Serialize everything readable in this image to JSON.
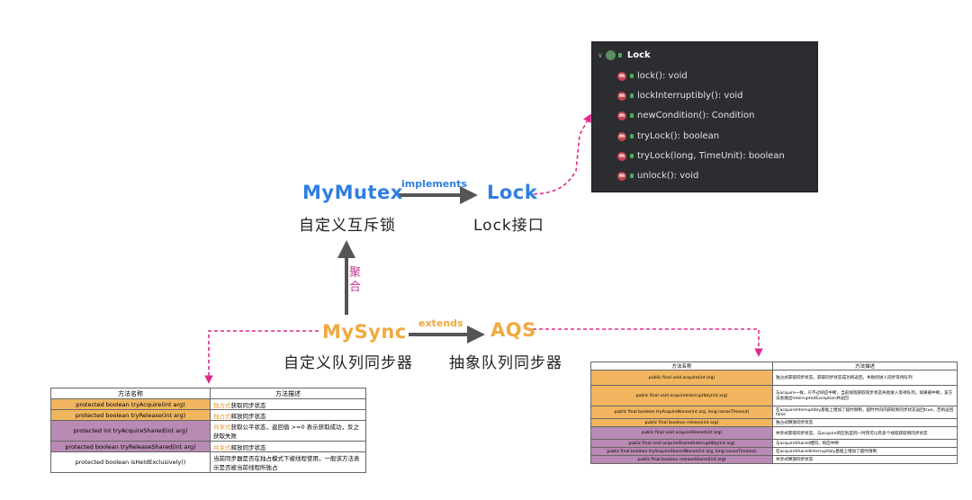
{
  "nodes": {
    "mymutex": {
      "name": "MyMutex",
      "desc": "自定义互斥锁",
      "color": "#2f7fe0"
    },
    "lock": {
      "name": "Lock",
      "desc": "Lock接口",
      "color": "#2f7fe0"
    },
    "mysync": {
      "name": "MySync",
      "desc": "自定义队列同步器",
      "color": "#f0a940"
    },
    "aqs": {
      "name": "AQS",
      "desc": "抽象队列同步器",
      "color": "#f0a940"
    }
  },
  "edges": {
    "implements": "implements",
    "extends": "extends",
    "aggregate": "聚合"
  },
  "colors": {
    "blue": "#2f7fe0",
    "orange": "#f0a940",
    "magenta": "#e0288a",
    "purple": "#b98ab3",
    "ide_bg": "#2b2d30"
  },
  "ide": {
    "title": "Lock",
    "methods": [
      "lock(): void",
      "lockInterruptibly(): void",
      "newCondition(): Condition",
      "tryLock(): boolean",
      "tryLock(long, TimeUnit): boolean",
      "unlock(): void"
    ]
  },
  "table_left": {
    "headers": [
      "方法名称",
      "方法描述"
    ],
    "rows": [
      {
        "method": "protected boolean tryAcquire(int arg)",
        "hl": "独占式",
        "desc": "获取同步状态",
        "color": "orange"
      },
      {
        "method": "protected boolean tryRelease(int arg)",
        "hl": "独占式",
        "desc": "释放同步状态",
        "color": "orange"
      },
      {
        "method": "protected int tryAcquireShared(int arg)",
        "hl": "共享式",
        "desc": "获取公平状态，返回值 >=0 表示获取成功，反之获取失败",
        "color": "purple"
      },
      {
        "method": "protected boolean tryReleaseShared(int arg)",
        "hl": "共享式",
        "desc": "释放同步状态",
        "color": "purple"
      },
      {
        "method": "protected boolean isHeldExclusively()",
        "hl": "",
        "desc": "当前同步器是否在独占模式下被线程使用，一般该方法表示是否被当前线程所独占",
        "color": "white"
      }
    ]
  },
  "table_right": {
    "headers": [
      "方法名称",
      "方法描述"
    ],
    "rows": [
      {
        "method": "public final void acquire(int arg)",
        "desc": "独占式获取同步状态，获取同步状态成功则返回，失败则进入同步等待队列",
        "color": "orange"
      },
      {
        "method": "public final void acquireInterruptibly(int arg)",
        "desc": "与acquire一样，只不过响应中断，当前线程获取同步状态失败进入等待队列，如果被中断，该方法会抛出InterruptedException并返回",
        "color": "orange"
      },
      {
        "method": "public final boolean tryAcquireNanos(int arg, long nanosTimeout)",
        "desc": "在acquireInterruptibly基础上增加了超时限制，超时时间内获取到同步状态返回true，否则返回false",
        "color": "orange"
      },
      {
        "method": "public final boolean release(int arg)",
        "desc": "独占式释放同步状态",
        "color": "orange"
      },
      {
        "method": "public final void acquireShared(int arg)",
        "desc": "共享式获取同步状态，与acquire的区别是同一时刻可以有多个线程获取到同步状态",
        "color": "purple"
      },
      {
        "method": "public final void acquireSharedInterruptibly(int arg)",
        "desc": "与acquireShared相同，响应中断",
        "color": "purple"
      },
      {
        "method": "public final boolean tryAcquireSharedNanos(int arg, long nanosTimeout)",
        "desc": "在acquireSharedInterruptibly基础上增加了超时限制",
        "color": "purple"
      },
      {
        "method": "public final boolean releaseShared(int arg)",
        "desc": "共享式释放同步状态",
        "color": "purple"
      }
    ]
  }
}
